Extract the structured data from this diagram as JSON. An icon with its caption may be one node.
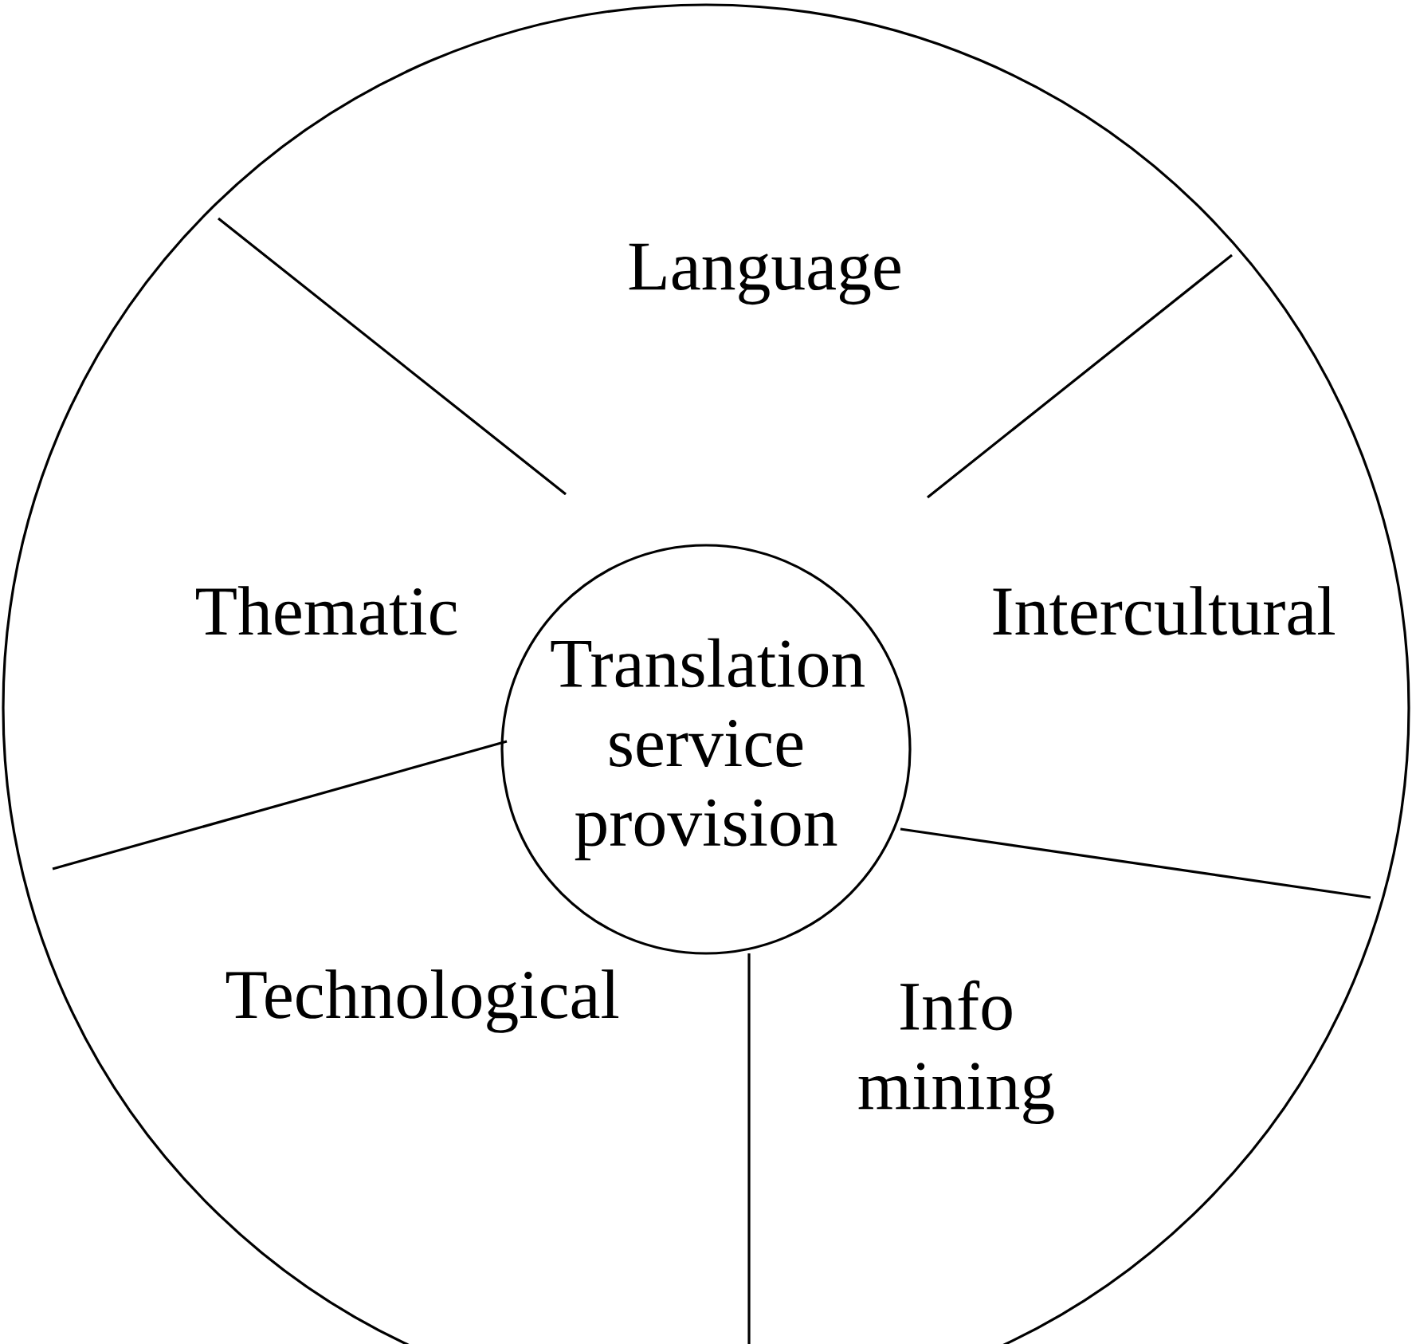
{
  "diagram": {
    "nodes": [
      {
        "text": [
          "Translation service provision"
        ]
      },
      {
        "text": [
          "Language"
        ]
      },
      {
        "text": [
          "Intercultural"
        ]
      },
      {
        "text": [
          "Info mining"
        ]
      },
      {
        "text": [
          "Technological"
        ]
      },
      {
        "text": [
          "Thematic"
        ]
      }
    ]
  }
}
